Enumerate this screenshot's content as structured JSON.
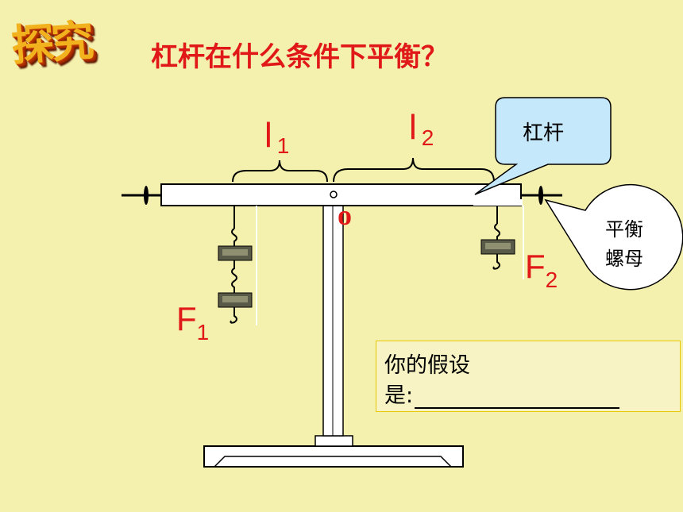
{
  "badge": {
    "text": "探究"
  },
  "question": {
    "text": "杠杆在什么条件下平衡？"
  },
  "labels": {
    "l1_main": "l",
    "l1_sub": "1",
    "l2_main": "l",
    "l2_sub": "2",
    "pivot": "o",
    "f1_main": "F",
    "f1_sub": "1",
    "f2_main": "F",
    "f2_sub": "2"
  },
  "callouts": {
    "lever": "杠杆",
    "nut_line1": "平衡",
    "nut_line2": "螺母"
  },
  "hypothesis": {
    "line1": "你的假设",
    "line2_prefix": "是:"
  },
  "colors": {
    "accent": "#e01818",
    "background": "#f4f0ad",
    "callout_fill": "#c6e8fb"
  }
}
